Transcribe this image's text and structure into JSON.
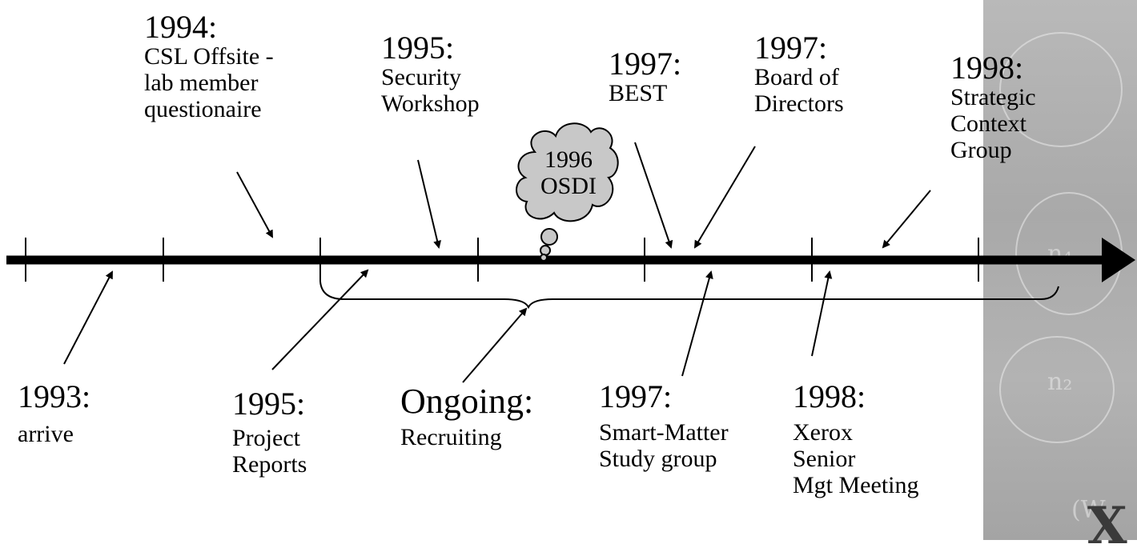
{
  "timeline": {
    "events_above": [
      {
        "id": "e1994",
        "year": "1994:",
        "lines": [
          "CSL Offsite -",
          "lab member",
          "questionaire"
        ]
      },
      {
        "id": "e1995a",
        "year": "1995:",
        "lines": [
          "Security",
          "Workshop"
        ]
      },
      {
        "id": "e1997a",
        "year": "1997:",
        "lines": [
          "BEST"
        ]
      },
      {
        "id": "e1997b",
        "year": "1997:",
        "lines": [
          "Board of",
          "Directors"
        ]
      },
      {
        "id": "e1998a",
        "year": "1998:",
        "lines": [
          "Strategic",
          "Context",
          "Group"
        ]
      }
    ],
    "events_below": [
      {
        "id": "e1993",
        "year": "1993:",
        "lines": [
          "arrive"
        ]
      },
      {
        "id": "e1995b",
        "year": "1995:",
        "lines": [
          "Project",
          "Reports"
        ]
      },
      {
        "id": "eongoing",
        "year": "Ongoing:",
        "lines": [
          "Recruiting"
        ]
      },
      {
        "id": "e1997c",
        "year": "1997:",
        "lines": [
          "Smart-Matter",
          "Study group"
        ]
      },
      {
        "id": "e1998b",
        "year": "1998:",
        "lines": [
          "Xerox",
          "Senior",
          "Mgt Meeting"
        ]
      }
    ],
    "cloud": {
      "lines": [
        "1996",
        "OSDI"
      ]
    }
  },
  "logo": {
    "text": "X"
  }
}
